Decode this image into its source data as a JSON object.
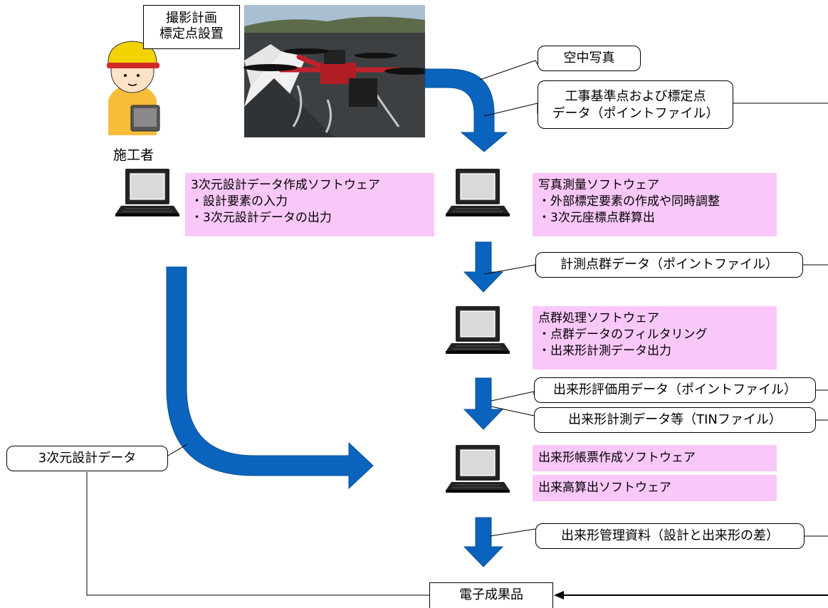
{
  "survey_plan": [
    "撮影計画",
    "標定点設置"
  ],
  "worker_label": "施工者",
  "aerial_photo": "空中写真",
  "control_points": [
    "工事基準点および標定点",
    "データ（ポイントファイル）"
  ],
  "design_software": {
    "title": "3次元設計データ作成ソフトウェア",
    "items": [
      "・設計要素の入力",
      "・3次元設計データの出力"
    ]
  },
  "photo_software": {
    "title": "写真測量ソフトウェア",
    "items": [
      "・外部標定要素の作成や同時調整",
      "・3次元座標点群算出"
    ]
  },
  "point_cloud_data": "計測点群データ（ポイントファイル）",
  "cloud_software": {
    "title": "点群処理ソフトウェア",
    "items": [
      "・点群データのフィルタリング",
      "・出来形計測データ出力"
    ]
  },
  "evaluation_data": "出来形評価用データ（ポイントファイル）",
  "measurement_data": "出来形計測データ等（TINファイル）",
  "design_data": "3次元設計データ",
  "report_software": "出来形帳票作成ソフトウェア",
  "volume_software": "出来高算出ソフトウェア",
  "management_docs": "出来形管理資料（設計と出来形の差）",
  "deliverable": "電子成果品",
  "colors": {
    "arrow": "#0a64bd",
    "arrow_edge": "#0a4f94",
    "note_fill": "#f9c8f9"
  }
}
